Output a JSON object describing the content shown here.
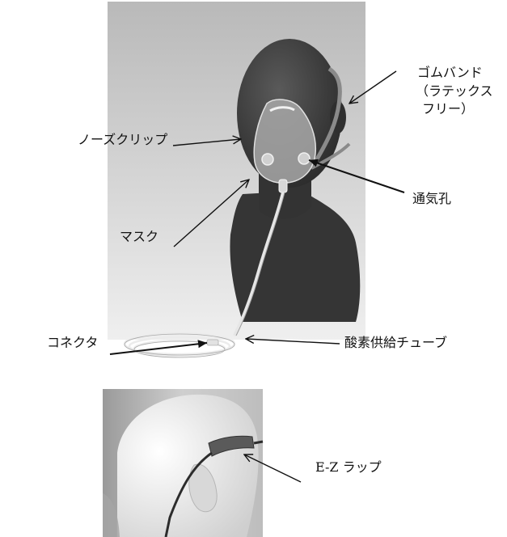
{
  "labels": {
    "rubber_band_line1": "ゴムバンド",
    "rubber_band_line2": "（ラテックス",
    "rubber_band_line3": "フリー）",
    "nose_clip": "ノーズクリップ",
    "vent_hole": "通気孔",
    "mask": "マスク",
    "connector": "コネクタ",
    "oxygen_tube": "酸素供給チューブ",
    "ez_wrap": "E-Z ラップ"
  },
  "colors": {
    "photo_background": "#c4c4c4",
    "mannequin": "#3e3e3e",
    "arrow": "#111111"
  }
}
